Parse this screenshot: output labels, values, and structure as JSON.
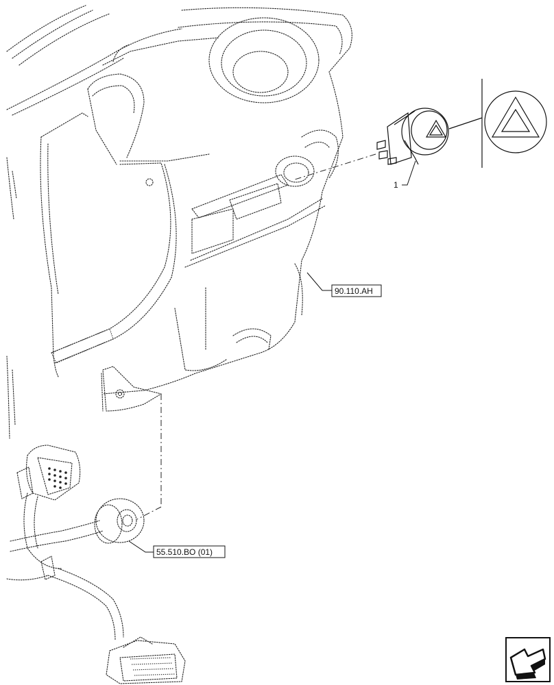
{
  "labels": {
    "callout_item": "1",
    "ref_dashboard": "90.110.AH",
    "ref_harness": "55.510.BO (01)"
  }
}
